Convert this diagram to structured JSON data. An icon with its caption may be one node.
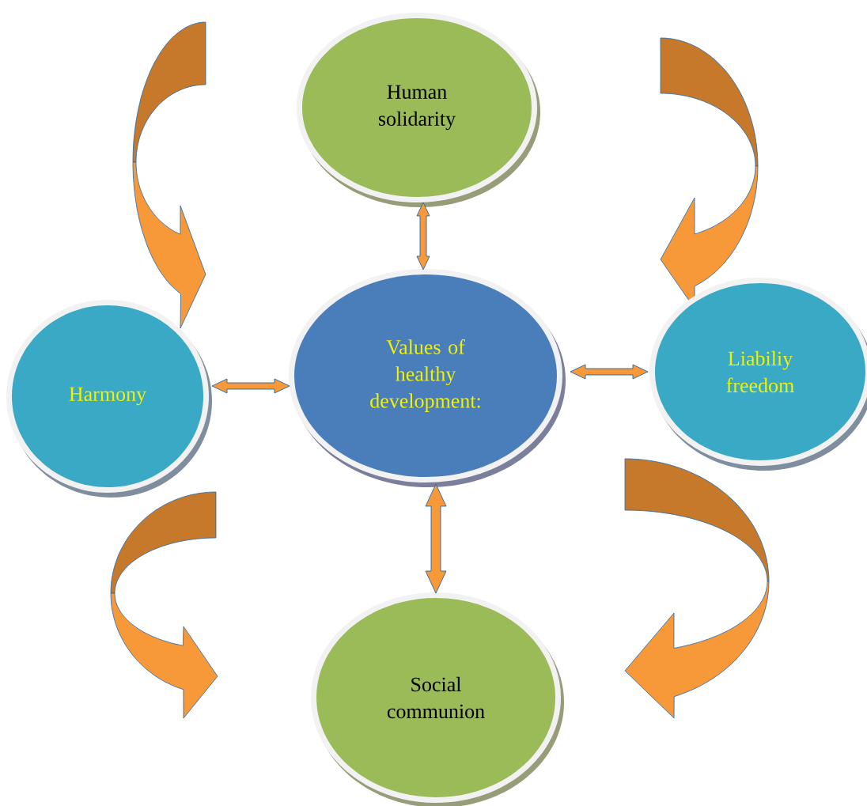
{
  "diagram": {
    "nodes": [
      {
        "text": [
          "Human solidarity"
        ]
      },
      {
        "text": [
          "Harmony"
        ]
      },
      {
        "text": [
          "Values of healthy development:"
        ]
      },
      {
        "text": [
          "Liabiliy freedom"
        ]
      },
      {
        "text": [
          "Social communion"
        ]
      }
    ],
    "edges": [
      {
        "from": 0,
        "to": 2,
        "arrow": "both"
      },
      {
        "from": 1,
        "to": 2,
        "arrow": "both"
      },
      {
        "from": 2,
        "to": 3,
        "arrow": "both"
      },
      {
        "from": 2,
        "to": 4,
        "arrow": "both"
      }
    ]
  }
}
